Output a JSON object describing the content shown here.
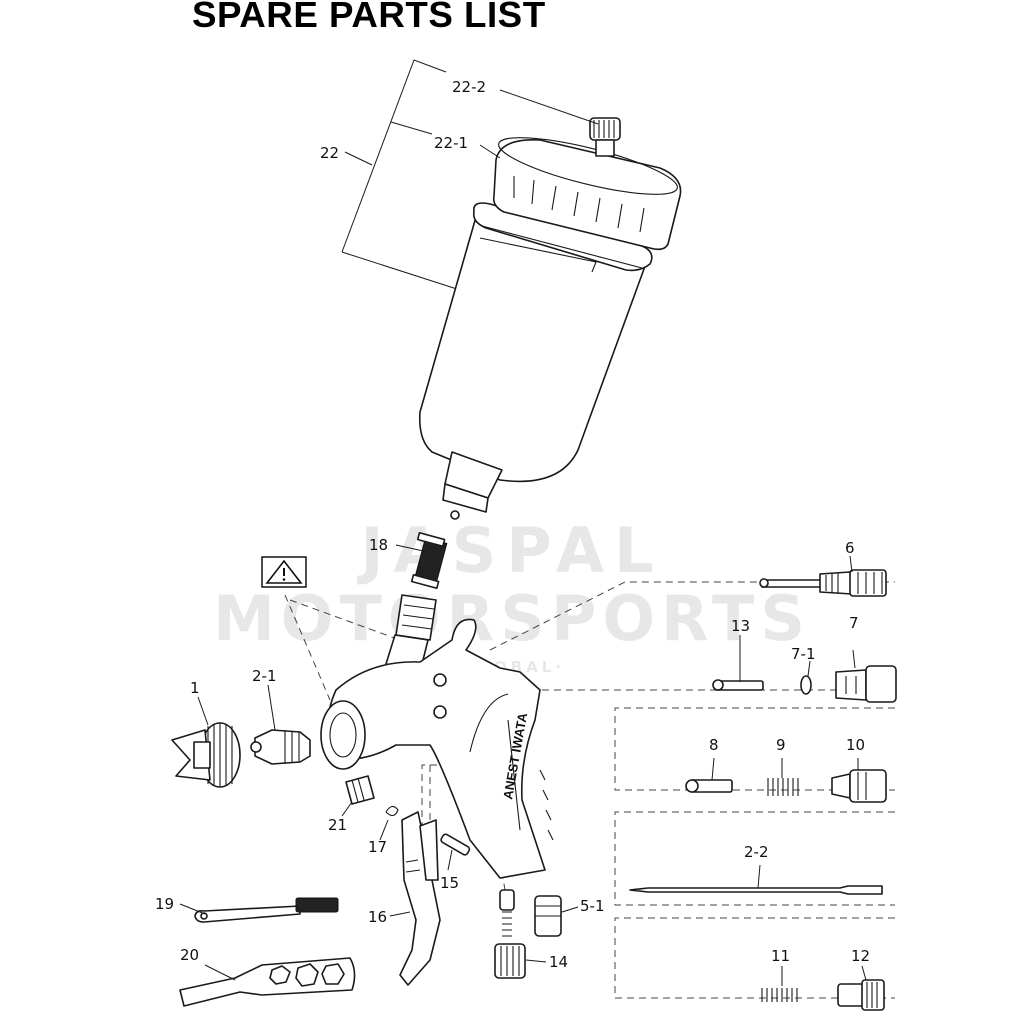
{
  "title": "SPARE PARTS LIST",
  "watermark": {
    "line1": "JASPAL",
    "line2": "MOTORSPORTS",
    "line3": "·GLOBAL·"
  },
  "gun_branding": "ANEST IWATA",
  "warning_icon": "warning-triangle-icon",
  "callouts": [
    "22-2",
    "22-1",
    "22",
    "18",
    "6",
    "13",
    "7-1",
    "7",
    "1",
    "2-1",
    "8",
    "9",
    "10",
    "21",
    "17",
    "15",
    "2-2",
    "19",
    "16",
    "5-1",
    "20",
    "14",
    "11",
    "12"
  ]
}
